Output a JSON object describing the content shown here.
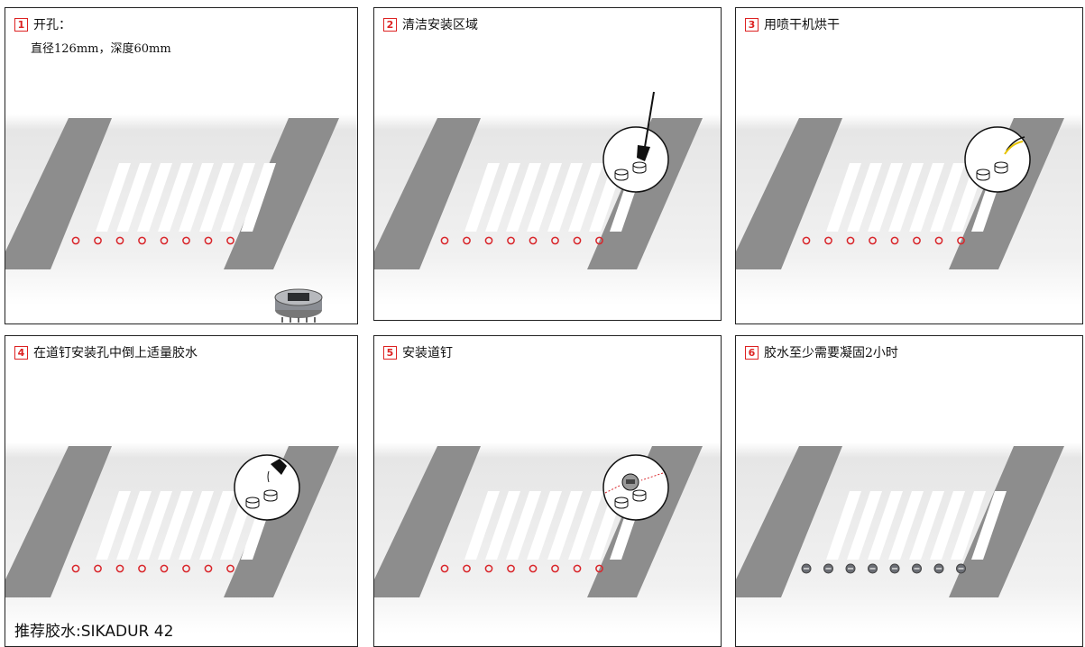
{
  "steps": [
    {
      "num": "1",
      "title": "开孔：",
      "subtitle": "直径126mm，深度60mm",
      "marker": "hole",
      "inset": "none",
      "product": true
    },
    {
      "num": "2",
      "title": "清洁安装区域",
      "marker": "hole",
      "inset": "brush"
    },
    {
      "num": "3",
      "title": "用喷干机烘干",
      "marker": "hole",
      "inset": "dryer"
    },
    {
      "num": "4",
      "title": "在道钉安装孔中倒上适量胶水",
      "marker": "hole",
      "inset": "pour",
      "note": "推荐胶水:SIKADUR 42"
    },
    {
      "num": "5",
      "title": "安装道钉",
      "marker": "hole",
      "inset": "install"
    },
    {
      "num": "6",
      "title": "胶水至少需要凝固2小时",
      "marker": "stud",
      "inset": "none"
    }
  ],
  "colors": {
    "hole": "#d9262b",
    "stud": "#6b6e75",
    "band": "#8d8d8d",
    "road": "#e6e6e6"
  }
}
